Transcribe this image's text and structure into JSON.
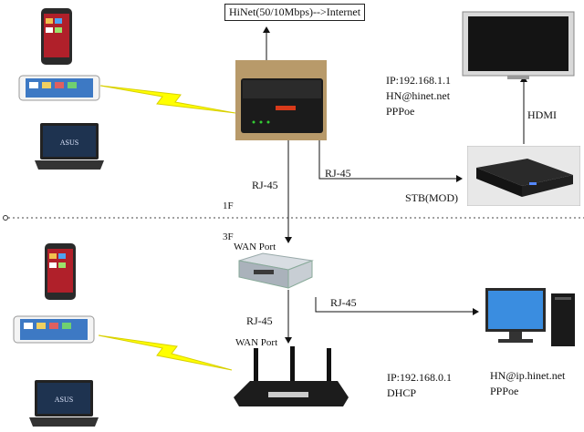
{
  "internet_box": "HiNet(50/10Mbps)-->Internet",
  "modem_info": {
    "ip": "IP:192.168.1.1",
    "account": "HN@hinet.net",
    "protocol": "PPPoe"
  },
  "links": {
    "modem_to_stb": "RJ-45",
    "modem_to_switch": "RJ-45",
    "stb_to_tv": "HDMI",
    "switch_to_router": "RJ-45",
    "switch_to_pc": "RJ-45"
  },
  "stb_label": "STB(MOD)",
  "floor_upper": "1F",
  "floor_lower": "3F",
  "switch_port_label": "WAN Port",
  "router_port_label": "WAN Port",
  "router_info": {
    "ip": "IP:192.168.0.1",
    "mode": "DHCP"
  },
  "pc_info": {
    "account": "HN@ip.hinet.net",
    "protocol": "PPPoe"
  },
  "icons": [
    "smartphone-icon",
    "tablet-icon",
    "laptop-icon",
    "wireless-bolt-icon",
    "adsl-modem-icon",
    "set-top-box-icon",
    "flat-tv-icon",
    "network-switch-icon",
    "wifi-router-icon",
    "desktop-pc-icon"
  ]
}
